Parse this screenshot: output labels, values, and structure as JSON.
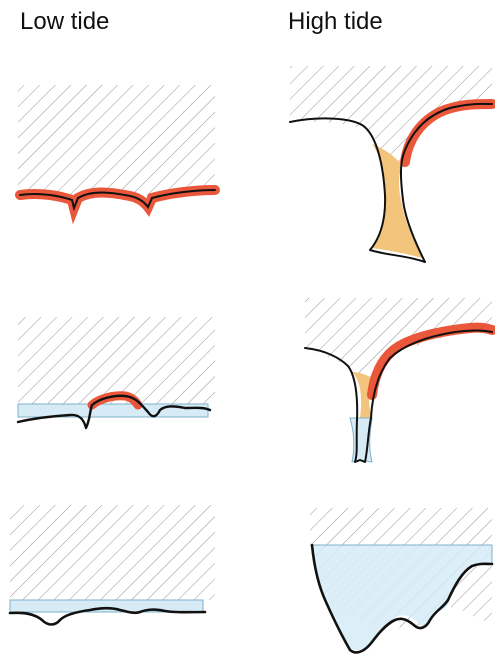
{
  "headings": {
    "left": "Low tide",
    "right": "High tide"
  },
  "colors": {
    "hatch": "#8a8a8a",
    "rock": "#111111",
    "sunlit_surface": "#e8492a",
    "shaded_sediment": "#f2c47c",
    "water": "#d6ebf6",
    "water_edge": "#7fb0cc"
  },
  "panels": [
    {
      "id": "top-left",
      "tide": "low",
      "features": [
        "hatch",
        "sunlit-surface"
      ]
    },
    {
      "id": "top-right",
      "tide": "high",
      "features": [
        "hatch",
        "sunlit-surface",
        "shaded-sediment"
      ]
    },
    {
      "id": "middle-left",
      "tide": "low",
      "features": [
        "hatch",
        "sunlit-surface",
        "water"
      ]
    },
    {
      "id": "middle-right",
      "tide": "high",
      "features": [
        "hatch",
        "sunlit-surface",
        "shaded-sediment",
        "water"
      ]
    },
    {
      "id": "bottom-left",
      "tide": "low",
      "features": [
        "hatch",
        "water"
      ]
    },
    {
      "id": "bottom-right",
      "tide": "high",
      "features": [
        "hatch",
        "water"
      ]
    }
  ]
}
